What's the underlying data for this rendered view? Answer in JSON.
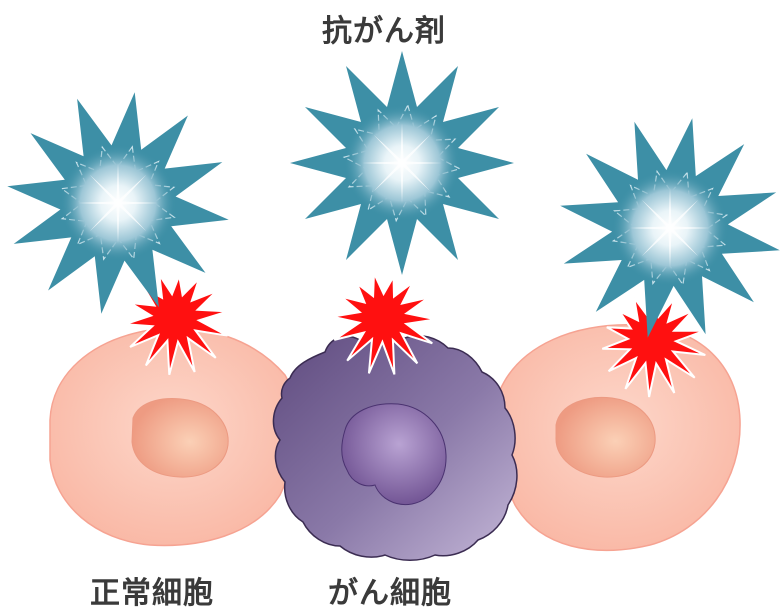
{
  "labels": {
    "anticancer_drug": "抗がん剤",
    "normal_cell": "正常細胞",
    "cancer_cell": "がん細胞"
  },
  "colors": {
    "drug_star": "#3d8fa6",
    "drug_glow": "#ffffff",
    "impact_burst": "#ff1010",
    "normal_cell": "#fbc3b3",
    "normal_nucleus": "#f3a88c",
    "cancer_cell": "#7e6a9a",
    "cancer_nucleus": "#9277ae",
    "label_text": "#3a3a3a"
  },
  "icons": [
    "anticancer-drug-icon",
    "impact-burst-icon",
    "normal-cell-icon",
    "cancer-cell-icon"
  ]
}
